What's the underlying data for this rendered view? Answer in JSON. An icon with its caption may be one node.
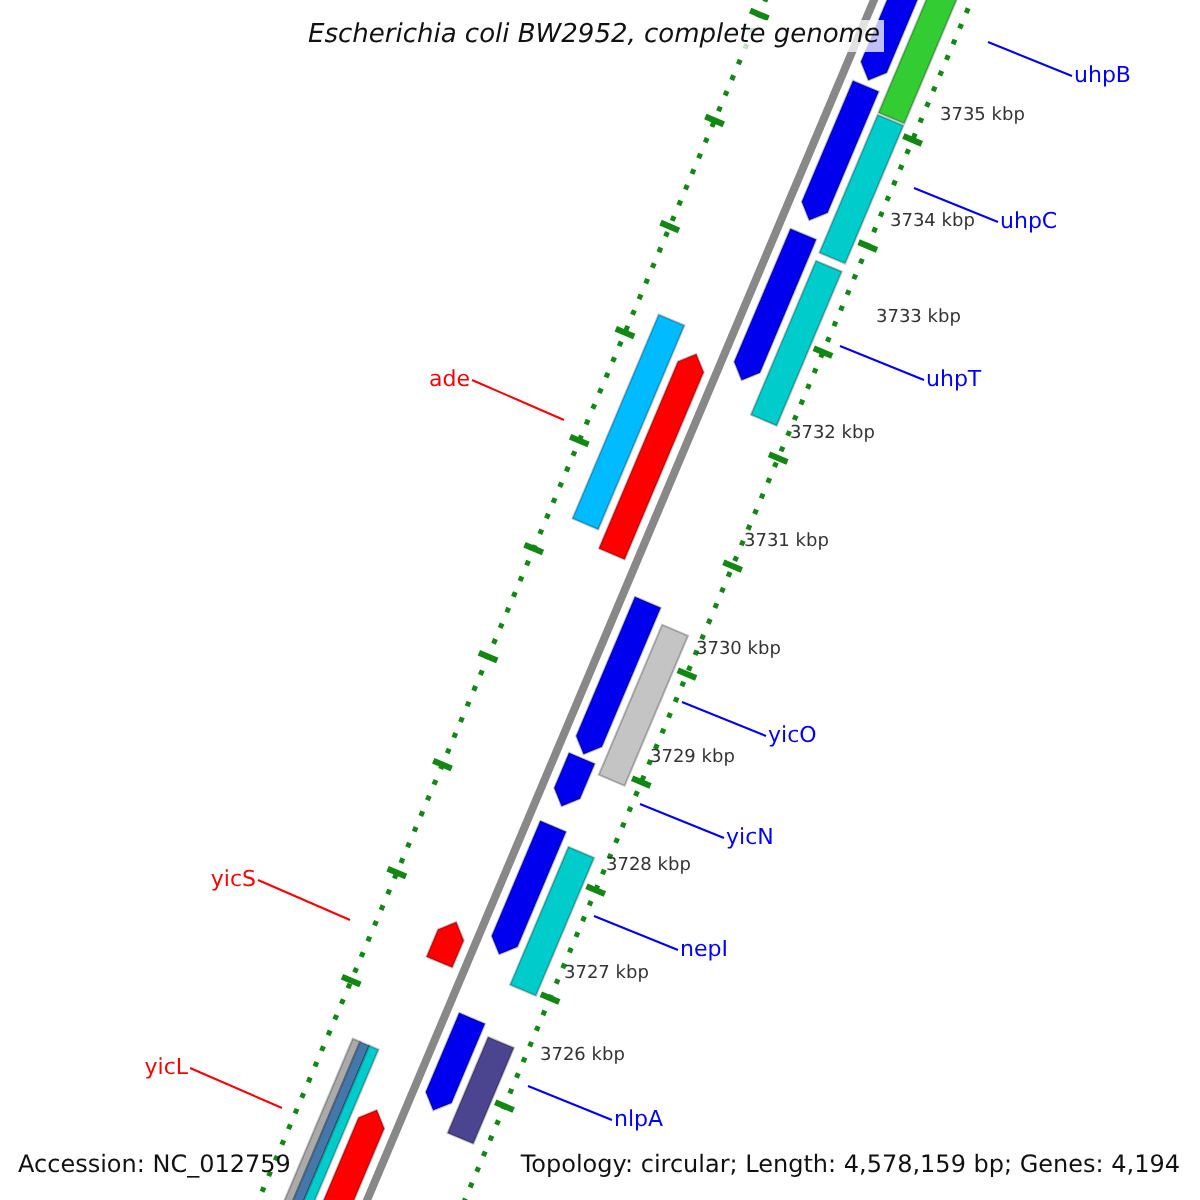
{
  "diagram": {
    "title": "Escherichia coli BW2952, complete genome",
    "nodes": [
      {
        "text": [
          "uhpB"
        ]
      },
      {
        "text": [
          "uhpC"
        ]
      },
      {
        "text": [
          "ade"
        ]
      },
      {
        "text": [
          "uhpT"
        ]
      },
      {
        "text": [
          "yicO"
        ]
      },
      {
        "text": [
          "yicN"
        ]
      },
      {
        "text": [
          "yicS"
        ]
      },
      {
        "text": [
          "nepI"
        ]
      },
      {
        "text": [
          "yicL"
        ]
      },
      {
        "text": [
          "nlpA"
        ]
      }
    ],
    "edges": [
      {
        "from": 0,
        "to": null,
        "arrow": "none"
      },
      {
        "from": 1,
        "to": null,
        "arrow": "none"
      },
      {
        "from": 2,
        "to": null,
        "arrow": "none",
        "color": "#ff0000"
      },
      {
        "from": 3,
        "to": null,
        "arrow": "none"
      },
      {
        "from": 4,
        "to": null,
        "arrow": "none"
      },
      {
        "from": 5,
        "to": null,
        "arrow": "none"
      },
      {
        "from": 6,
        "to": null,
        "arrow": "none",
        "color": "#ff0000"
      },
      {
        "from": 7,
        "to": null,
        "arrow": "none"
      },
      {
        "from": 8,
        "to": null,
        "arrow": "none",
        "color": "#ff0000"
      },
      {
        "from": 9,
        "to": null,
        "arrow": "none"
      }
    ],
    "labels": [
      "3735 kbp",
      "3734 kbp",
      "3733 kbp",
      "3732 kbp",
      "3731 kbp",
      "3730 kbp",
      "3729 kbp",
      "3728 kbp",
      "3727 kbp",
      "3726 kbp",
      "Accession: NC_012759",
      "Topology: circular; Length: 4,578,159 bp; Genes: 4,194"
    ]
  }
}
